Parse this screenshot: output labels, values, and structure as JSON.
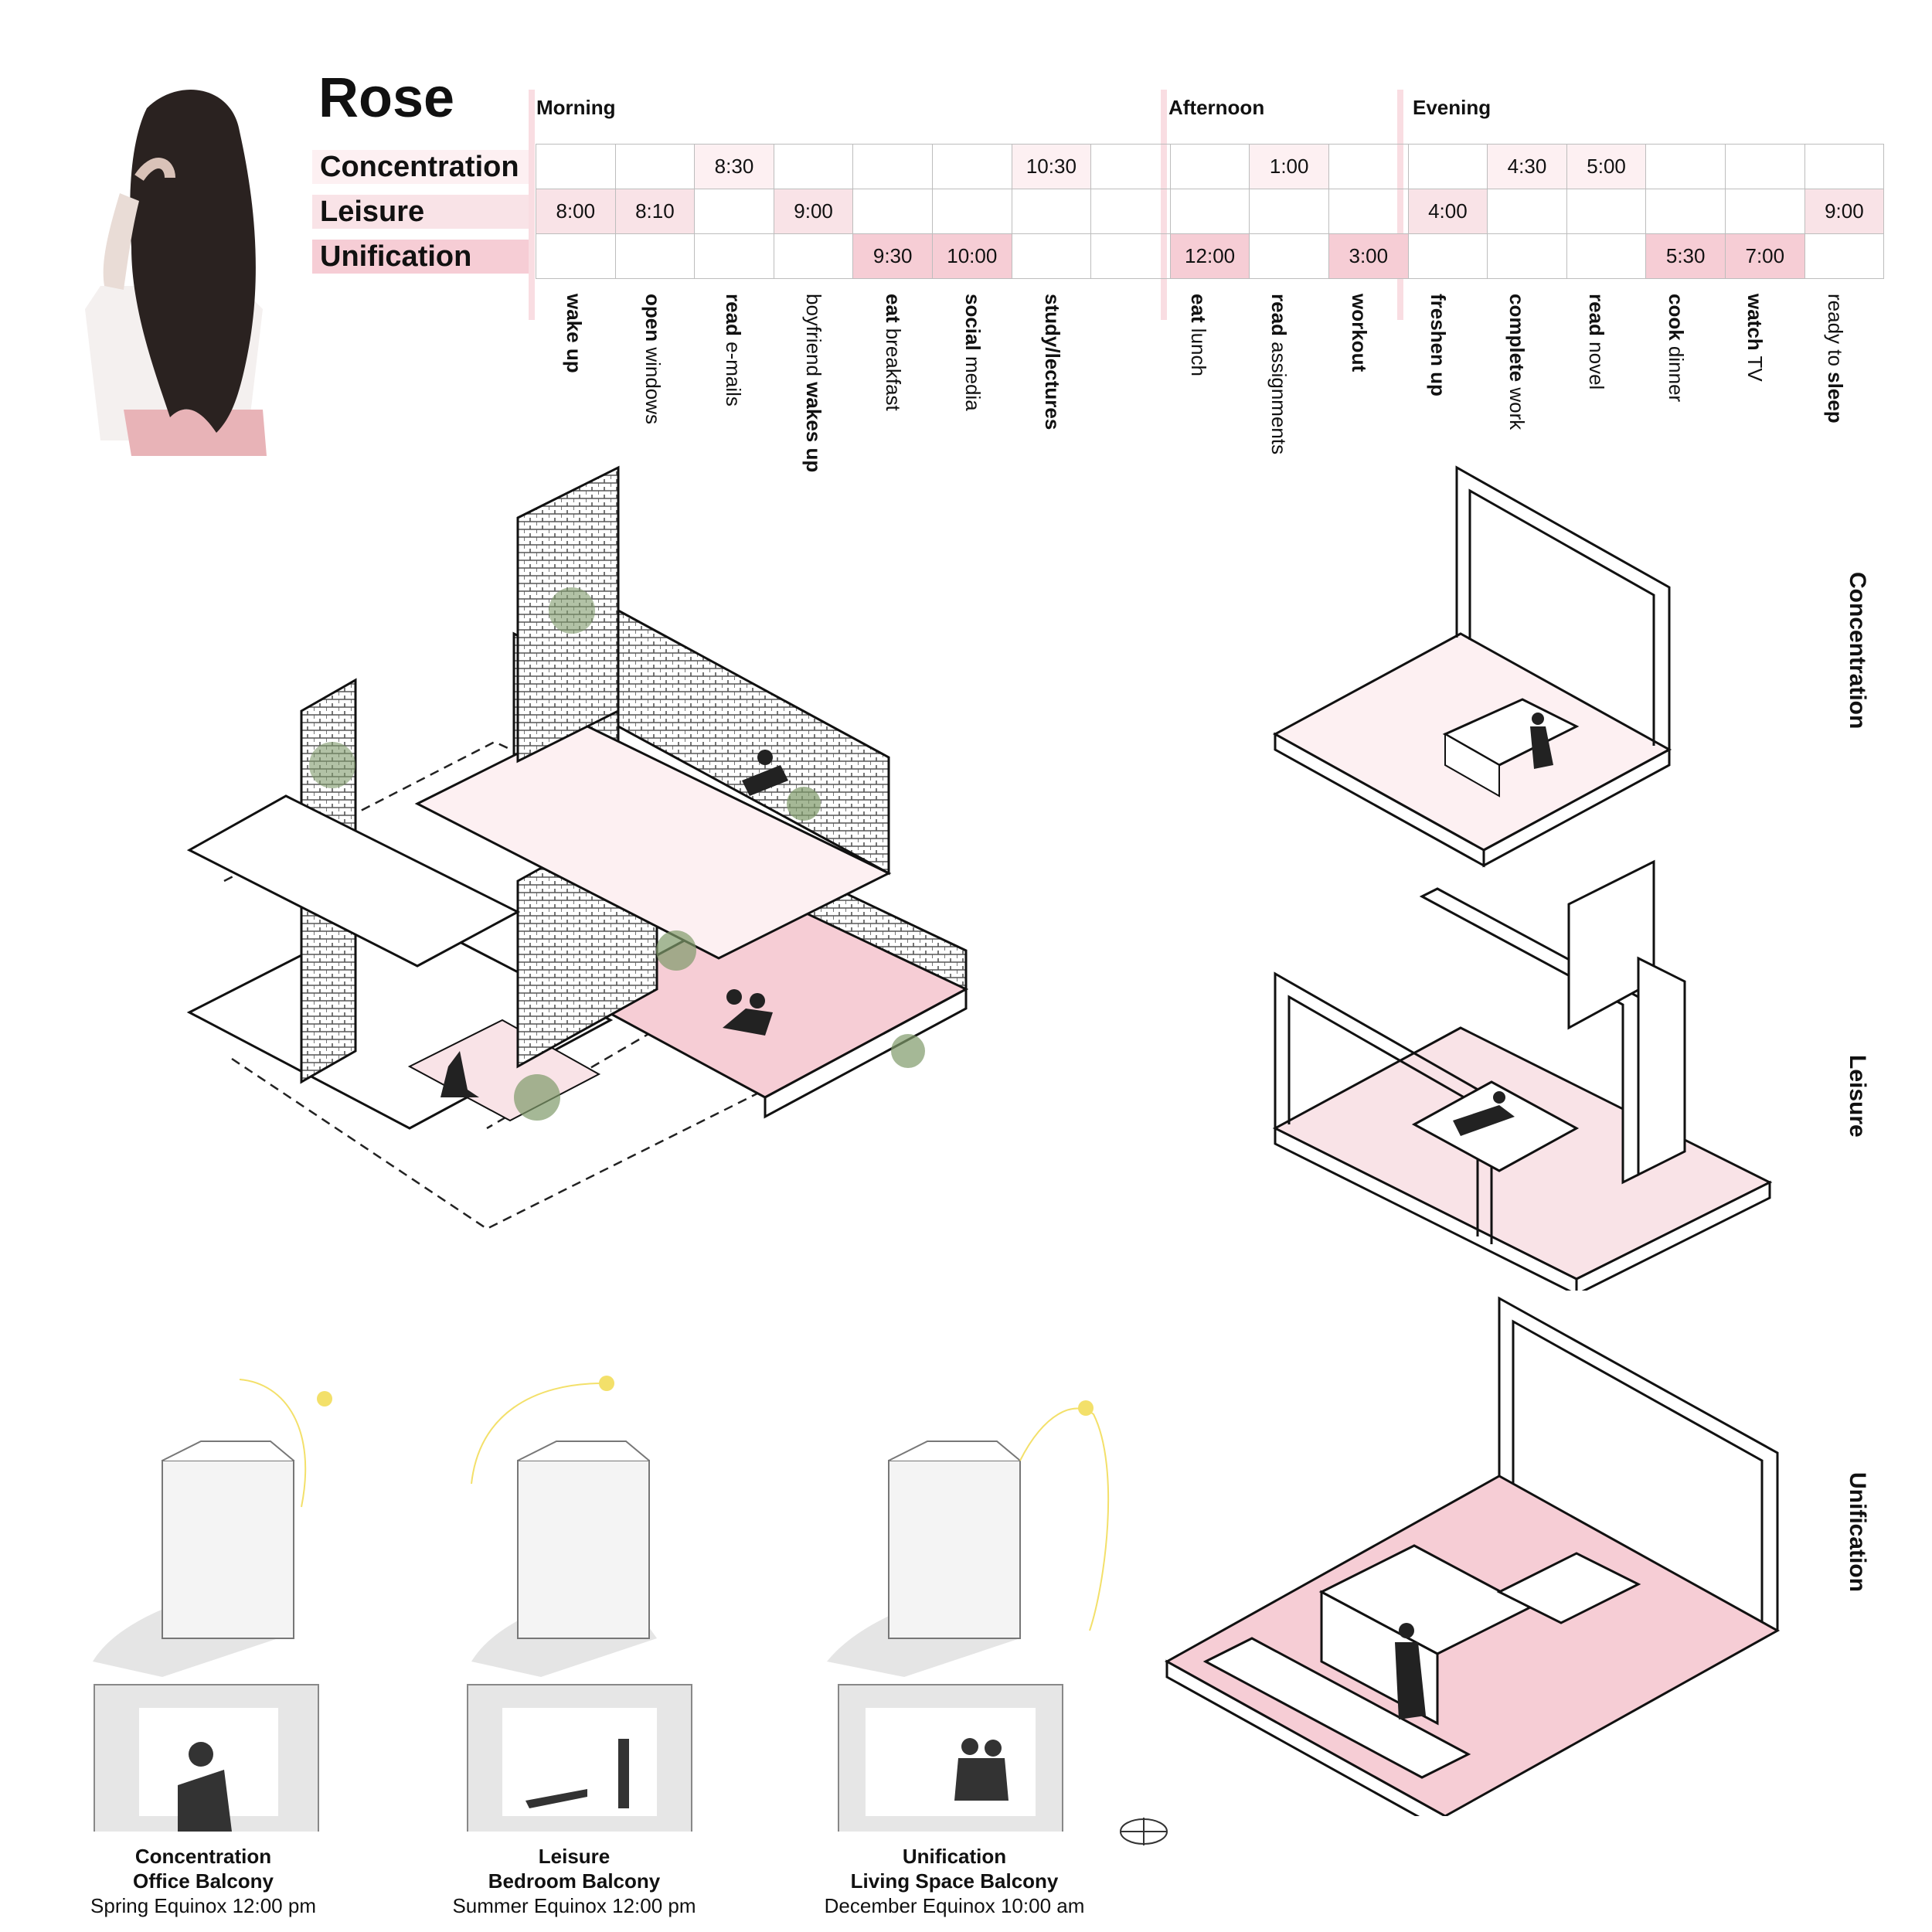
{
  "title": "Rose",
  "rows": [
    {
      "label": "Concentration",
      "color": "#fdf0f2"
    },
    {
      "label": "Leisure",
      "color": "#f9e3e7"
    },
    {
      "label": "Unification",
      "color": "#f6cdd5"
    }
  ],
  "periods": [
    "Morning",
    "Afternoon",
    "Evening"
  ],
  "cells": [
    [
      "",
      "",
      "8:30",
      "",
      "",
      "",
      "10:30",
      "",
      "",
      "1:00",
      "",
      "",
      "4:30",
      "5:00",
      "",
      "",
      ""
    ],
    [
      "8:00",
      "8:10",
      "",
      "9:00",
      "",
      "",
      "",
      "",
      "",
      "",
      "",
      "4:00",
      "",
      "",
      "",
      "",
      "9:00"
    ],
    [
      "",
      "",
      "",
      "",
      "9:30",
      "10:00",
      "",
      "",
      "12:00",
      "",
      "3:00",
      "",
      "",
      "",
      "5:30",
      "7:00",
      ""
    ]
  ],
  "activities": [
    {
      "bold": "wake up",
      "rest": ""
    },
    {
      "bold": "open",
      "rest": " windows"
    },
    {
      "bold": "read",
      "rest": " e-mails"
    },
    {
      "pre": "boyfriend ",
      "bold": "wakes up",
      "rest": ""
    },
    {
      "bold": "eat",
      "rest": " breakfast"
    },
    {
      "bold": "social",
      "rest": " media"
    },
    {
      "bold": "study/lectures",
      "rest": ""
    },
    {
      "bold": "eat",
      "rest": " lunch"
    },
    {
      "bold": "read",
      "rest": " assignments"
    },
    {
      "bold": "workout",
      "rest": ""
    },
    {
      "bold": "freshen up",
      "rest": ""
    },
    {
      "bold": "complete",
      "rest": " work"
    },
    {
      "bold": "read",
      "rest": " novel"
    },
    {
      "bold": "cook",
      "rest": " dinner"
    },
    {
      "bold": "watch",
      "rest": " TV"
    },
    {
      "pre": "ready to ",
      "bold": "sleep",
      "rest": ""
    }
  ],
  "side_labels": [
    "Concentration",
    "Leisure",
    "Unification"
  ],
  "captions": [
    {
      "line1": "Concentration",
      "line2": "Office Balcony",
      "line3": "Spring Equinox 12:00 pm"
    },
    {
      "line1": "Leisure",
      "line2": "Bedroom Balcony",
      "line3": "Summer  Equinox 12:00 pm"
    },
    {
      "line1": "Unification",
      "line2": "Living Space Balcony",
      "line3": "December  Equinox 10:00 am"
    }
  ],
  "colors": {
    "pink_light": "#fdf0f2",
    "pink_mid": "#f9e3e7",
    "pink_dark": "#f6cdd5",
    "sun": "#f3e06a"
  }
}
